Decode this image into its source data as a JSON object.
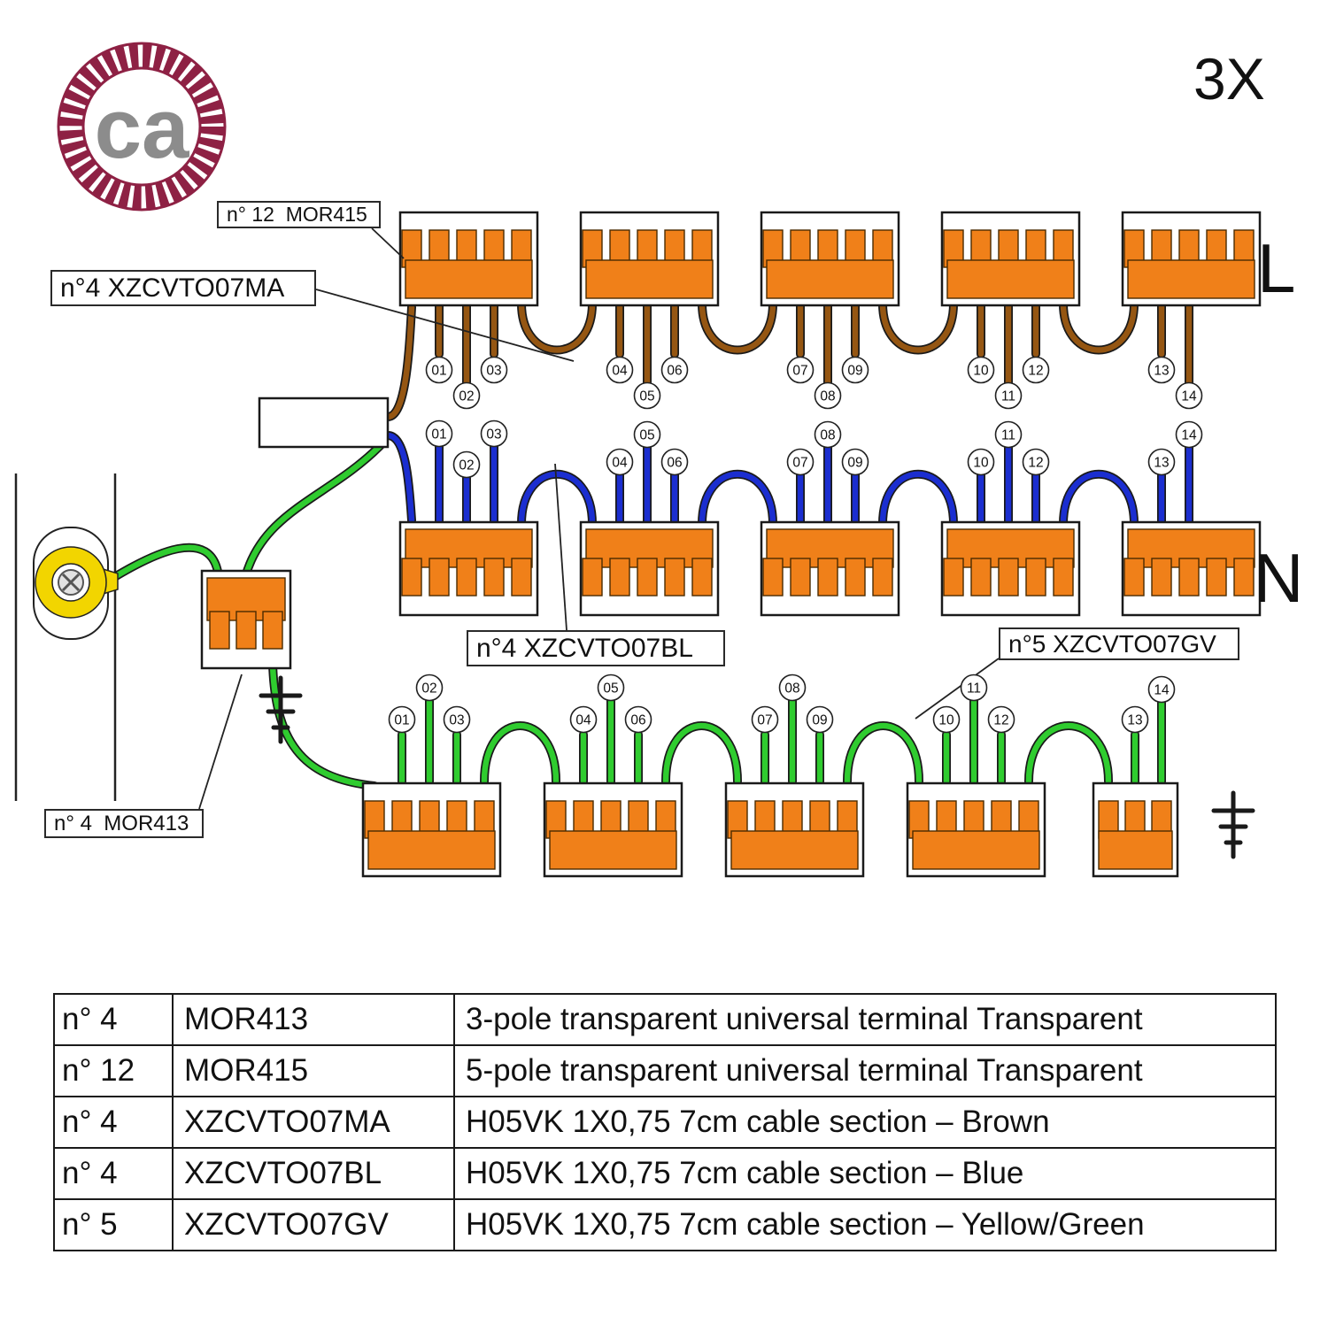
{
  "logo": {
    "text": "ca"
  },
  "header": {
    "multiplier": "3X"
  },
  "line_labels": {
    "live": "L",
    "neutral": "N"
  },
  "callouts": [
    {
      "id": "mor415",
      "label": "n° 12  MOR415"
    },
    {
      "id": "xzcvto07ma",
      "label": "n°4 XZCVTO07MA"
    },
    {
      "id": "xzcvto07bl",
      "label": "n°4 XZCVTO07BL"
    },
    {
      "id": "xzcvto07gv",
      "label": "n°5 XZCVTO07GV"
    },
    {
      "id": "mor413",
      "label": "n° 4  MOR413"
    }
  ],
  "wire_numbers": [
    "01",
    "02",
    "03",
    "04",
    "05",
    "06",
    "07",
    "08",
    "09",
    "10",
    "11",
    "12",
    "13",
    "14"
  ],
  "colors": {
    "orange": "#F08019",
    "brown": "#955612",
    "blue": "#1B2ED0",
    "green": "#2FCC2F",
    "yellow": "#F2D500",
    "logo_ring": "#8E2144",
    "logo_gray": "#8C8C8C",
    "outline": "#1A1A1A"
  },
  "table": {
    "rows": [
      {
        "qty": "n° 4",
        "code": "MOR413",
        "desc": "3-pole transparent universal terminal Transparent"
      },
      {
        "qty": "n° 12",
        "code": "MOR415",
        "desc": "5-pole transparent universal terminal Transparent"
      },
      {
        "qty": "n° 4",
        "code": "XZCVTO07MA",
        "desc": "H05VK 1X0,75 7cm cable section – Brown"
      },
      {
        "qty": "n° 4",
        "code": "XZCVTO07BL",
        "desc": "H05VK 1X0,75 7cm cable section – Blue"
      },
      {
        "qty": "n° 5",
        "code": "XZCVTO07GV",
        "desc": "H05VK 1X0,75 7cm cable section – Yellow/Green"
      }
    ]
  }
}
